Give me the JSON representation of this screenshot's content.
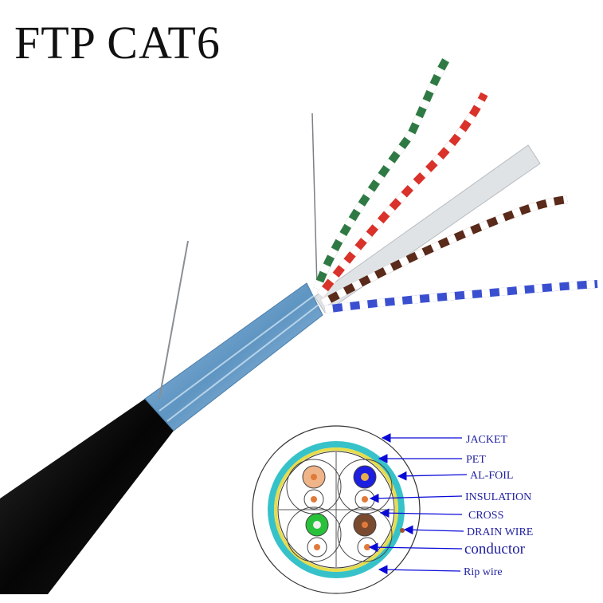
{
  "title": "FTP CAT6",
  "labels": {
    "jacket": "JACKET",
    "pet": "PET",
    "al_foil": "AL-FOIL",
    "insulation": "INSULATION",
    "cross": "CROSS",
    "drain_wire": "DRAIN WIRE",
    "conductor": "conductor",
    "rip_wire": "Rip wire"
  },
  "colors": {
    "jacket": "#0d0d0d",
    "foil": "#6fa7d2",
    "label_text": "#1f1fa0",
    "arrow": "#0a0ad8",
    "pet_ring": "#37c2c9",
    "foil_ring": "#e7dc4d",
    "pair_orange": "#f0b489",
    "pair_blue": "#1c1ee0",
    "pair_green": "#28c23a",
    "pair_brown": "#7a4a2e",
    "wire_green": "#2f7a44",
    "wire_red": "#d9322a",
    "wire_brown": "#5a2a1a",
    "wire_blue": "#3a4fd0"
  }
}
